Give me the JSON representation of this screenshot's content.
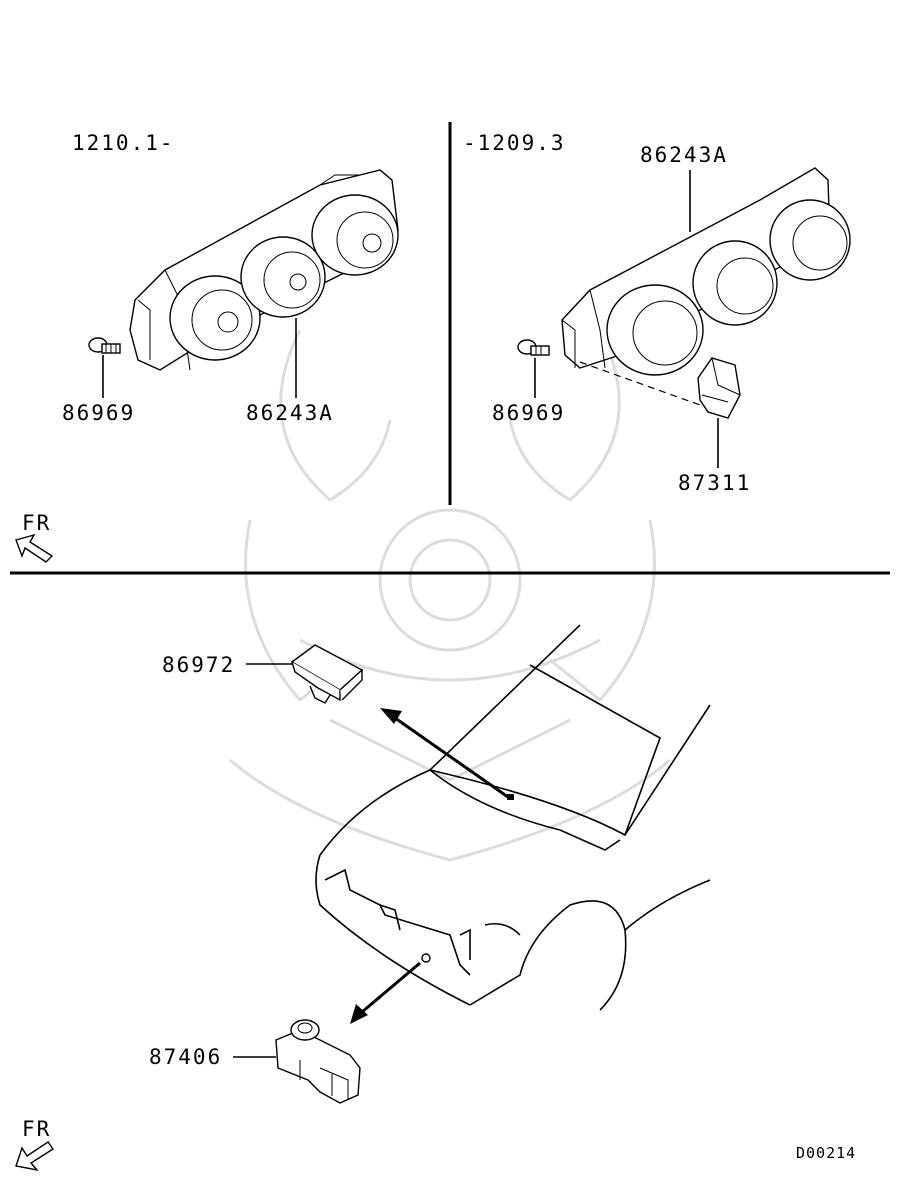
{
  "left_panel": {
    "range_label": "1210.1-",
    "callouts": [
      "86969",
      "86243A"
    ]
  },
  "right_panel": {
    "range_label": "-1209.3",
    "callouts": [
      "86243A",
      "86969",
      "87311"
    ]
  },
  "bottom_panel": {
    "callouts": [
      "86972",
      "87406"
    ]
  },
  "direction_top": "FR",
  "direction_bottom": "FR",
  "diagram_code": "D00214"
}
